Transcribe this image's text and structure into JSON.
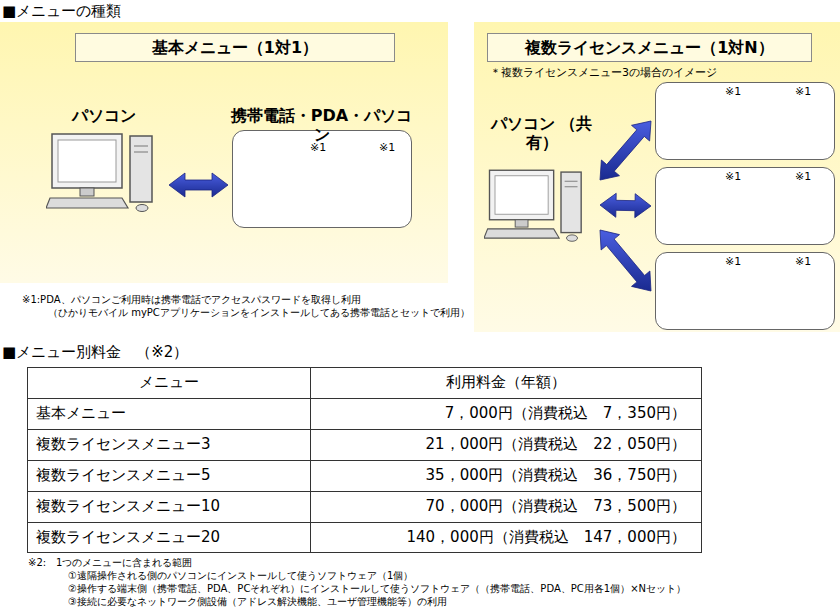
{
  "diagram": {
    "title": "■メニューの種類",
    "nodes": [
      {
        "text": [
          "基本メニュー（1対1）"
        ]
      },
      {
        "text": [
          "パソコン"
        ],
        "in": 0
      },
      {
        "text": [
          "携帯電話・PDA・パソコン",
          "※1",
          "※1"
        ],
        "in": 0
      },
      {
        "text": [
          "複数ライセンスメニュー（1対N）",
          "＊複数ライセンスメニュー3の場合のイメージ"
        ]
      },
      {
        "text": [
          "パソコン （共有）"
        ],
        "in": 3
      },
      {
        "text": [
          "※1",
          "※1"
        ],
        "in": 3
      },
      {
        "text": [
          "※1",
          "※1"
        ],
        "in": 3
      },
      {
        "text": [
          "※1",
          "※1"
        ],
        "in": 3
      }
    ],
    "edges": [
      {
        "from": 1,
        "to": 2,
        "arrow": "both"
      },
      {
        "from": 4,
        "to": 5,
        "arrow": "both"
      },
      {
        "from": 4,
        "to": 6,
        "arrow": "both"
      },
      {
        "from": 4,
        "to": 7,
        "arrow": "both"
      }
    ],
    "labels": [
      "※1:PDA、パソコンご利用時は携帯電話でアクセスパスワードを取得し利用",
      "（ひかりモバイル myPCアプリケーションをインストールしてある携帯電話とセットで利用）",
      "■メニュー別料金　（※2）",
      "メニュー",
      "利用料金（年額）",
      "基本メニュー",
      "7，000円（消費税込　7，350円）",
      "複数ライセンスメニュー3",
      "21，000円（消費税込　22，050円）",
      "複数ライセンスメニュー5",
      "35，000円（消費税込　36，750円）",
      "複数ライセンスメニュー10",
      "70，000円（消費税込　73，500円）",
      "複数ライセンスメニュー20",
      "140，000円（消費税込　147，000円）",
      "※2:　1つのメニューに含まれる範囲",
      "①遠隔操作される側のパソコンにインストールして使うソフトウェア（1個）",
      "②操作する端末側（携帯電話、PDA、PCそれぞれ）にインストールして使うソフトウェア（（携帯電話、PDA、PC用各1個）×Nセット）",
      "③接続に必要なネットワーク側設備（アドレス解決機能、ユーザ管理機能等）の利用"
    ]
  }
}
